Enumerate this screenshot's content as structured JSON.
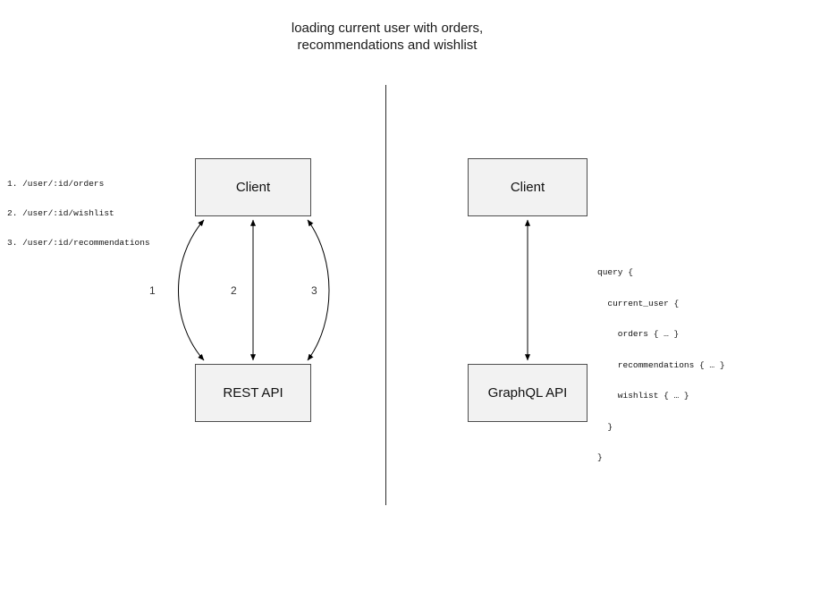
{
  "title": {
    "line1": "loading current user with orders,",
    "line2": "recommendations and wishlist"
  },
  "left": {
    "client_label": "Client",
    "api_label": "REST API",
    "endpoints": [
      "1. /user/:id/orders",
      "2. /user/:id/wishlist",
      "3. /user/:id/recommendations"
    ],
    "arrow_labels": [
      "1",
      "2",
      "3"
    ]
  },
  "right": {
    "client_label": "Client",
    "api_label": "GraphQL API",
    "query_lines": [
      "query {",
      "  current_user {",
      "    orders { … }",
      "    recommendations { … }",
      "    wishlist { … }",
      "  }",
      "}"
    ]
  },
  "colors": {
    "background": "#ffffff",
    "box_fill": "#f2f2f2",
    "box_border": "#4d4d4d",
    "arrow": "#000000"
  }
}
